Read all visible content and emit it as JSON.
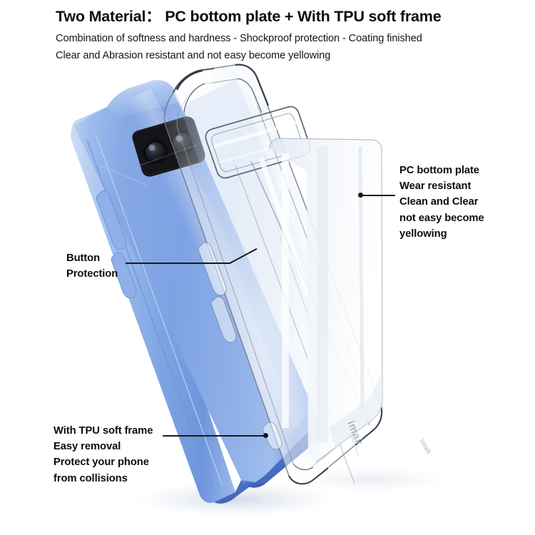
{
  "header": {
    "title": "Two Material：  PC bottom plate + With TPU soft frame",
    "subtitle_1": "Combination of softness and hardness - Shockproof protection - Coating finished",
    "subtitle_2": "Clear and Abrasion resistant and not easy become yellowing"
  },
  "callouts": {
    "pc_plate": {
      "line_1": "PC bottom plate",
      "line_2": "Wear resistant",
      "line_3": "Clean and Clear",
      "line_4": "not easy become",
      "line_5": "yellowing"
    },
    "button_protection": {
      "line_1": "Button",
      "line_2": "Protection"
    },
    "tpu_frame": {
      "line_1": "With TPU soft frame",
      "line_2": "Easy removal",
      "line_3": "Protect your phone",
      "line_4": "from collisions"
    }
  },
  "product": {
    "brand_mark": "imak",
    "phone_color_light": "#a8c4ef",
    "phone_color_mid": "#7da0e2",
    "phone_color_dark": "#5d86d4",
    "phone_color_deep": "#3f66bb",
    "camera_bar_color": "#1b1b20",
    "case_tint": "#eef2f7",
    "accent_line_color": "#1a1a1a"
  }
}
